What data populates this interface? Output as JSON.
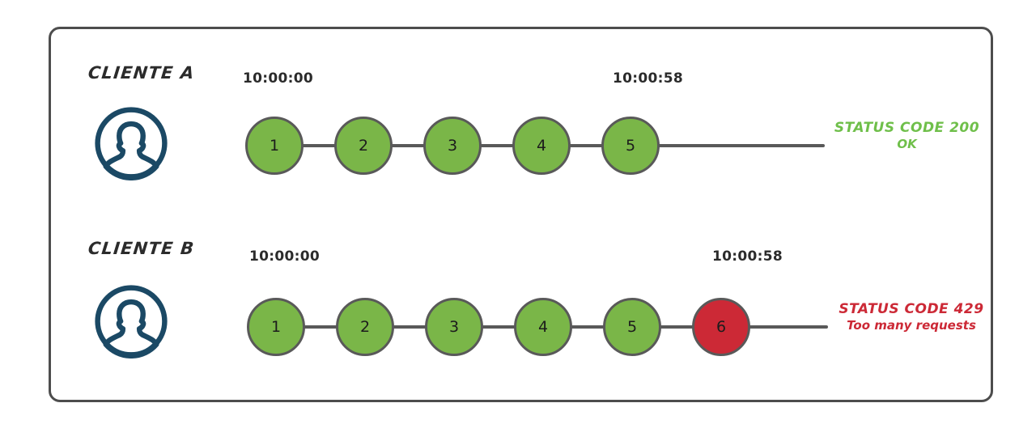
{
  "diagram": {
    "title": "Rate limiting client request diagram",
    "colors": {
      "frame_border": "#4d4d4d",
      "node_ok": "#7ab648",
      "node_error": "#cc2936",
      "node_stroke": "#595959",
      "avatar": "#1b4965",
      "status_ok_text": "#6fbf4a",
      "status_error_text": "#cc2936",
      "label_text": "#2b2b2b"
    },
    "rows": [
      {
        "id": "client-a",
        "label": "CLIENTE A",
        "avatar_icon": "user-avatar-icon",
        "start_time": "10:00:00",
        "end_time": "10:00:58",
        "nodes": [
          {
            "number": "1",
            "state": "ok"
          },
          {
            "number": "2",
            "state": "ok"
          },
          {
            "number": "3",
            "state": "ok"
          },
          {
            "number": "4",
            "state": "ok"
          },
          {
            "number": "5",
            "state": "ok"
          }
        ],
        "status": {
          "line1": "STATUS CODE 200",
          "line2": "OK",
          "state": "ok"
        }
      },
      {
        "id": "client-b",
        "label": "CLIENTE B",
        "avatar_icon": "user-avatar-icon",
        "start_time": "10:00:00",
        "end_time": "10:00:58",
        "nodes": [
          {
            "number": "1",
            "state": "ok"
          },
          {
            "number": "2",
            "state": "ok"
          },
          {
            "number": "3",
            "state": "ok"
          },
          {
            "number": "4",
            "state": "ok"
          },
          {
            "number": "5",
            "state": "ok"
          },
          {
            "number": "6",
            "state": "error"
          }
        ],
        "status": {
          "line1": "STATUS CODE 429",
          "line2": "Too many requests",
          "state": "error"
        }
      }
    ]
  }
}
